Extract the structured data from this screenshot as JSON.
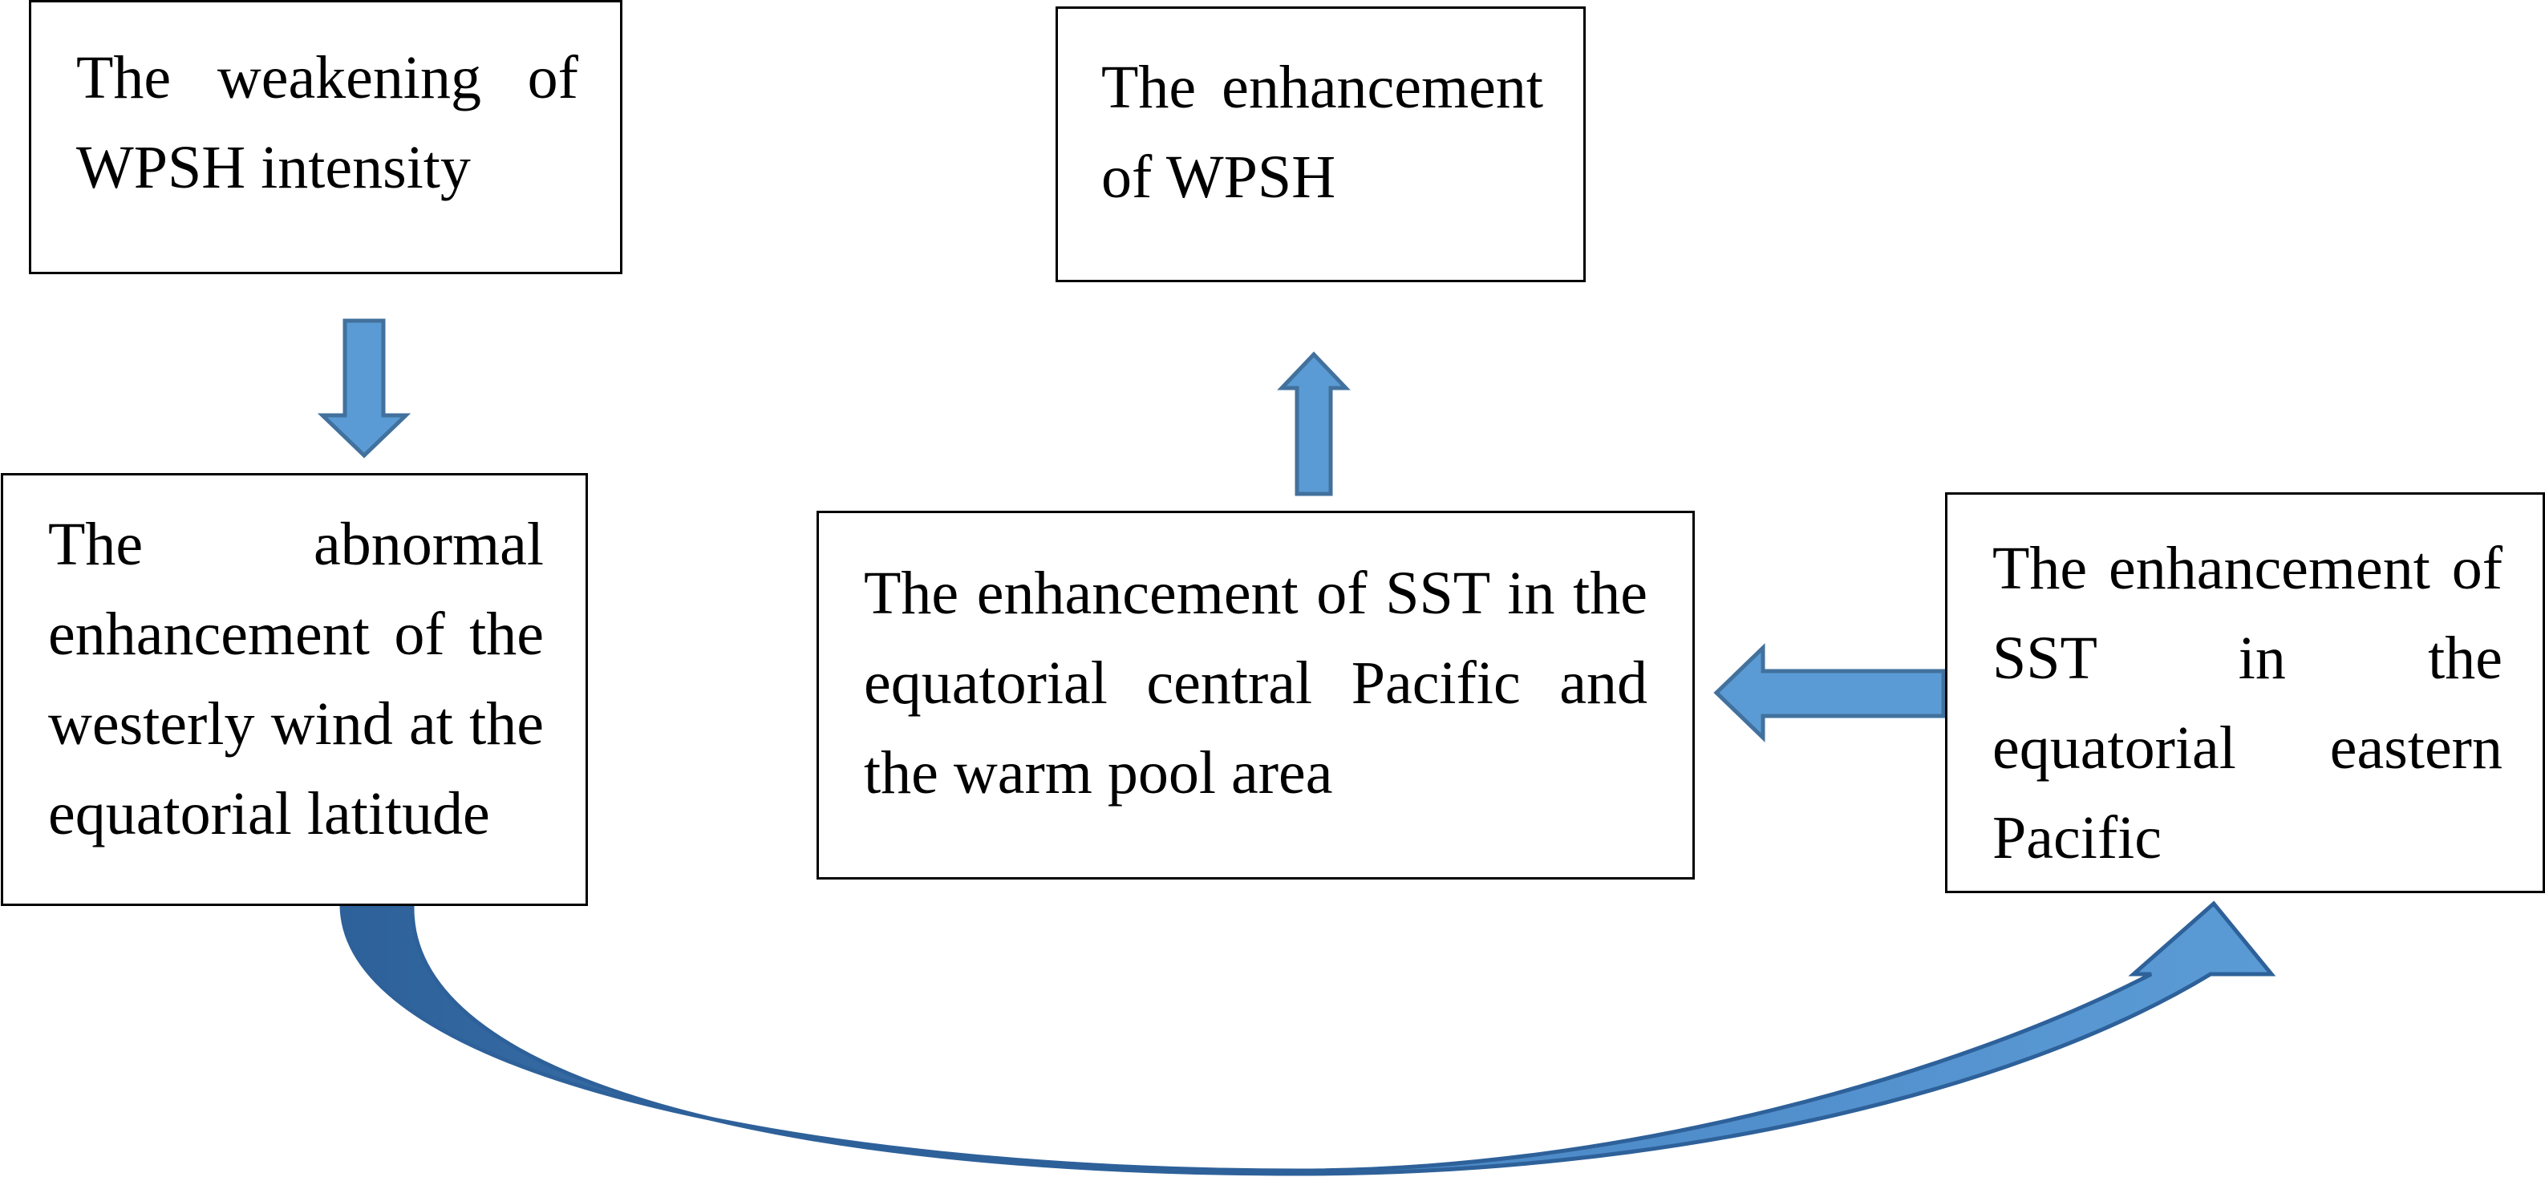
{
  "colors": {
    "arrow_fill": "#5B9BD5",
    "arrow_stroke": "#41719C",
    "curved_arrow_dark": "#2E6199",
    "box_border": "#000000",
    "text": "#000000"
  },
  "boxes": {
    "weakening": "The weakening of WPSH intensity",
    "enhancement_wpsh": "The enhancement of WPSH",
    "westerly": "The abnormal enhancement of the westerly wind at the equatorial latitude",
    "sst_central": "The enhancement of SST in the equatorial central Pacific and the warm pool area",
    "sst_eastern": "The enhancement of SST in the equatorial eastern Pacific"
  },
  "arrows": [
    {
      "from": "weakening",
      "to": "westerly",
      "direction": "down"
    },
    {
      "from": "westerly",
      "to": "sst_eastern",
      "direction": "curved"
    },
    {
      "from": "sst_eastern",
      "to": "sst_central",
      "direction": "left"
    },
    {
      "from": "sst_central",
      "to": "enhancement_wpsh",
      "direction": "up"
    }
  ]
}
